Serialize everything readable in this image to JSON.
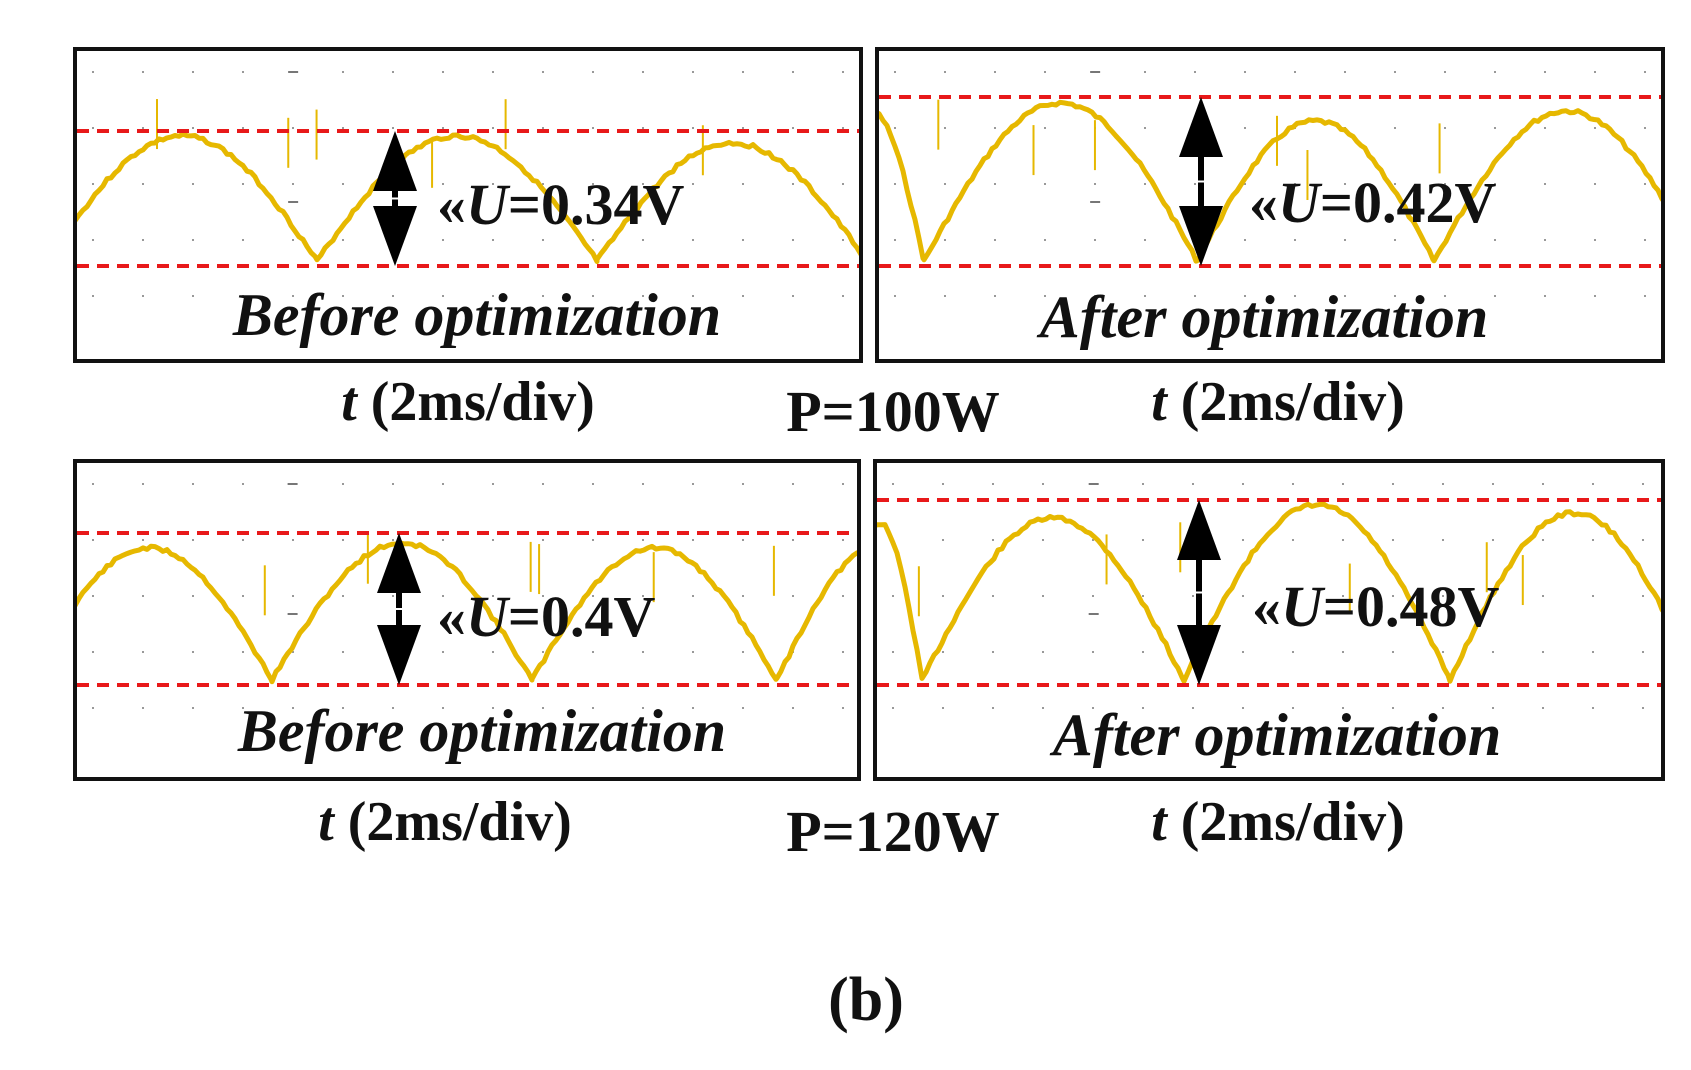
{
  "panels": [
    {
      "id": "p100-before",
      "caption": "Before optimization",
      "delta_prefix": "«",
      "delta_symbol": "U",
      "delta_value": "=0.34V",
      "time_var": "t",
      "time_unit": "(2ms/div)",
      "ripple_v": 0.34,
      "line_color": "#e6b800",
      "ref_color": "#e8191a"
    },
    {
      "id": "p100-after",
      "caption": "After optimization",
      "delta_prefix": "«",
      "delta_symbol": "U",
      "delta_value": "=0.42V",
      "time_var": "t",
      "time_unit": "(2ms/div)",
      "ripple_v": 0.42,
      "line_color": "#e6b800",
      "ref_color": "#e8191a"
    },
    {
      "id": "p120-before",
      "caption": "Before optimization",
      "delta_prefix": "«",
      "delta_symbol": "U",
      "delta_value": "=0.4V",
      "time_var": "t",
      "time_unit": "(2ms/div)",
      "ripple_v": 0.4,
      "line_color": "#e6b800",
      "ref_color": "#e8191a"
    },
    {
      "id": "p120-after",
      "caption": "After optimization",
      "delta_prefix": "«",
      "delta_symbol": "U",
      "delta_value": "=0.48V",
      "time_var": "t",
      "time_unit": "(2ms/div)",
      "ripple_v": 0.48,
      "line_color": "#e6b800",
      "ref_color": "#e8191a"
    }
  ],
  "power_labels": [
    "P=100W",
    "P=120W"
  ],
  "figure_label": "(b)",
  "chart_data": {
    "type": "line",
    "title": "",
    "x_unit": "2ms/div",
    "series": [
      {
        "power": "P=100W",
        "state": "Before optimization",
        "ripple_delta_U_V": 0.34
      },
      {
        "power": "P=100W",
        "state": "After optimization",
        "ripple_delta_U_V": 0.42
      },
      {
        "power": "P=120W",
        "state": "Before optimization",
        "ripple_delta_U_V": 0.4
      },
      {
        "power": "P=120W",
        "state": "After optimization",
        "ripple_delta_U_V": 0.48
      }
    ],
    "grid": true
  }
}
